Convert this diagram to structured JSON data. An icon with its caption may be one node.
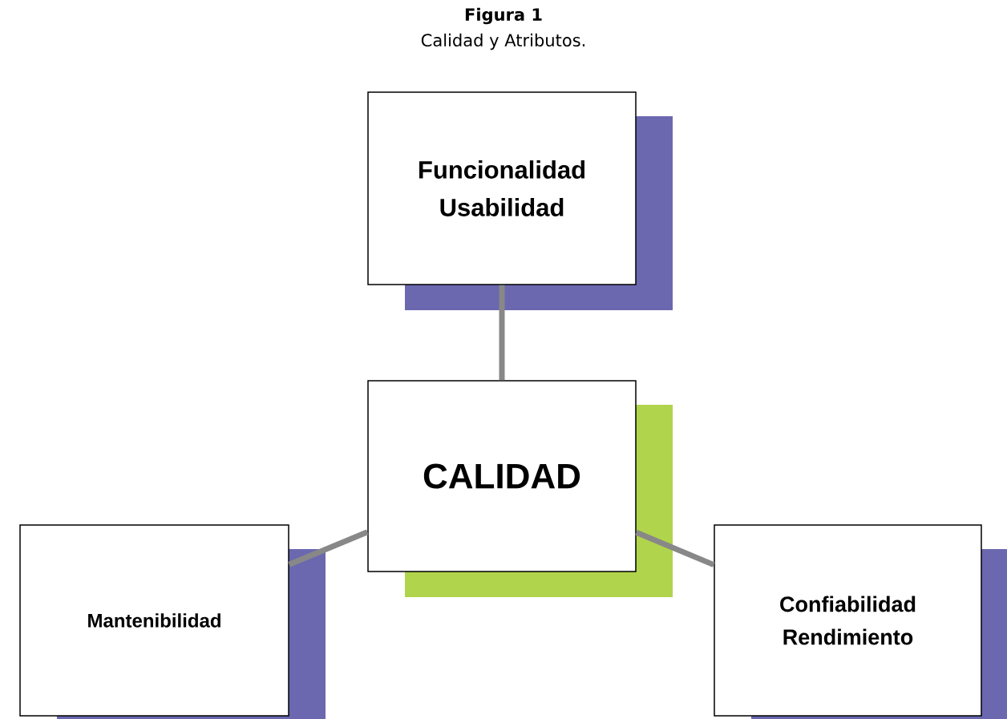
{
  "diagram": {
    "title": "Figura 1",
    "caption": "Calidad y Atributos.",
    "nodes": [
      {
        "text": [
          "Funcionalidad",
          "Usabilidad"
        ]
      },
      {
        "text": [
          "CALIDAD"
        ]
      },
      {
        "text": [
          "Mantenibilidad"
        ]
      },
      {
        "text": [
          "Confiabilidad",
          "Rendimiento"
        ]
      }
    ],
    "edges": [
      {
        "from": 1,
        "to": 0,
        "arrow": "none"
      },
      {
        "from": 1,
        "to": 2,
        "arrow": "none"
      },
      {
        "from": 1,
        "to": 3,
        "arrow": "none"
      }
    ]
  }
}
